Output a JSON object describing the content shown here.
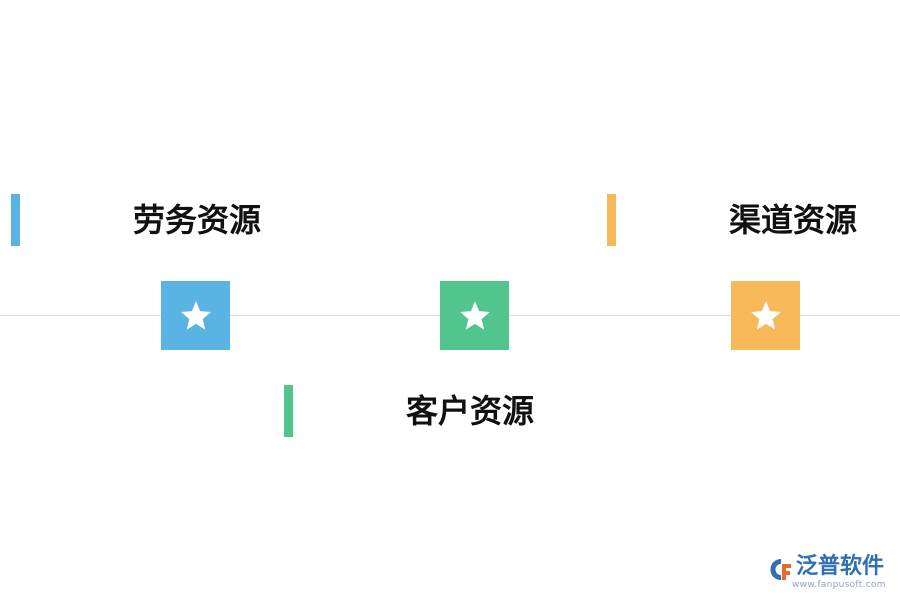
{
  "items": [
    {
      "label": "劳务资源",
      "color": "#5ab4e3",
      "marker_icon": "star-icon"
    },
    {
      "label": "客户资源",
      "color": "#52c48e",
      "marker_icon": "star-icon"
    },
    {
      "label": "渠道资源",
      "color": "#f7b95a",
      "marker_icon": "star-icon"
    }
  ],
  "axis": {
    "color": "#d9d9d9"
  },
  "brand": {
    "name": "泛普软件",
    "url": "www.fanpusoft.com",
    "logo_icon": "fanpu-logo-icon",
    "color": "#2f6fb2"
  }
}
